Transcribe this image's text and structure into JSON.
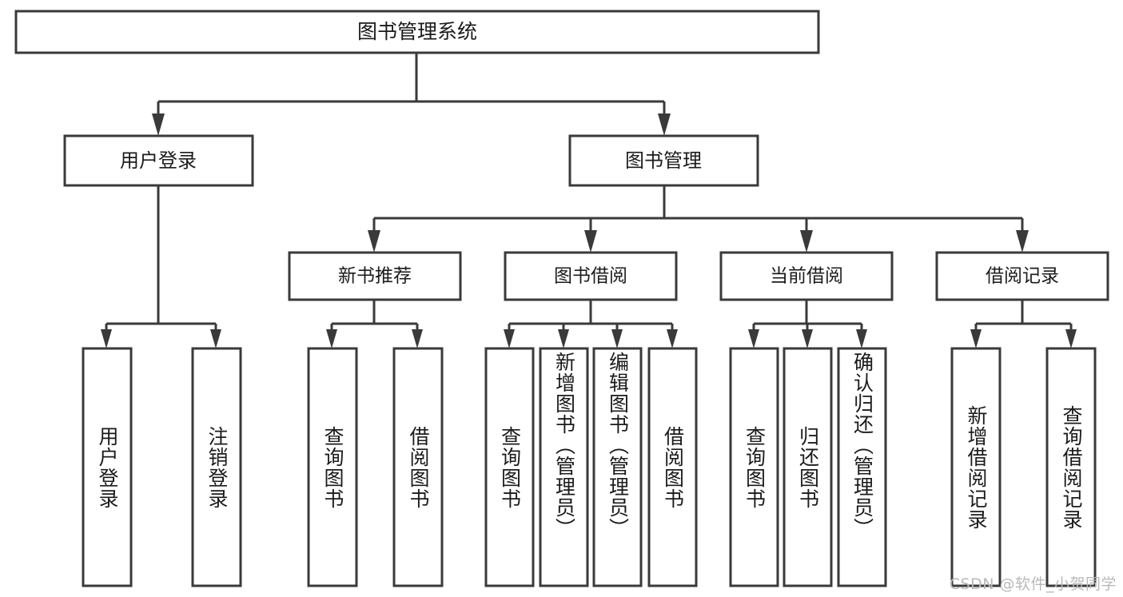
{
  "diagram": {
    "title": "图书管理系统",
    "type": "tree",
    "colors": {
      "box_fill": "#ffffff",
      "box_stroke": "#3a3a3a",
      "text": "#1b1b1b",
      "watermark": "#b9b9b9",
      "background": "#ffffff"
    },
    "root": {
      "label": "图书管理系统"
    },
    "level2": [
      {
        "label": "用户登录"
      },
      {
        "label": "图书管理"
      }
    ],
    "level3": [
      {
        "label": "新书推荐"
      },
      {
        "label": "图书借阅"
      },
      {
        "label": "当前借阅"
      },
      {
        "label": "借阅记录"
      }
    ],
    "leaves": {
      "user_login": [
        {
          "label": "用户登录"
        },
        {
          "label": "注销登录"
        }
      ],
      "new_book_recommend": [
        {
          "label": "查询图书"
        },
        {
          "label": "借阅图书"
        }
      ],
      "book_borrow": [
        {
          "label": "查询图书"
        },
        {
          "label": "新增图书（管理员）"
        },
        {
          "label": "编辑图书（管理员）"
        },
        {
          "label": "借阅图书"
        }
      ],
      "current_borrow": [
        {
          "label": "查询图书"
        },
        {
          "label": "归还图书"
        },
        {
          "label": "确认归还（管理员）"
        }
      ],
      "borrow_record": [
        {
          "label": "新增借阅记录"
        },
        {
          "label": "查询借阅记录"
        }
      ]
    }
  },
  "watermark": {
    "text": "CSDN @软件_小贺同学"
  }
}
